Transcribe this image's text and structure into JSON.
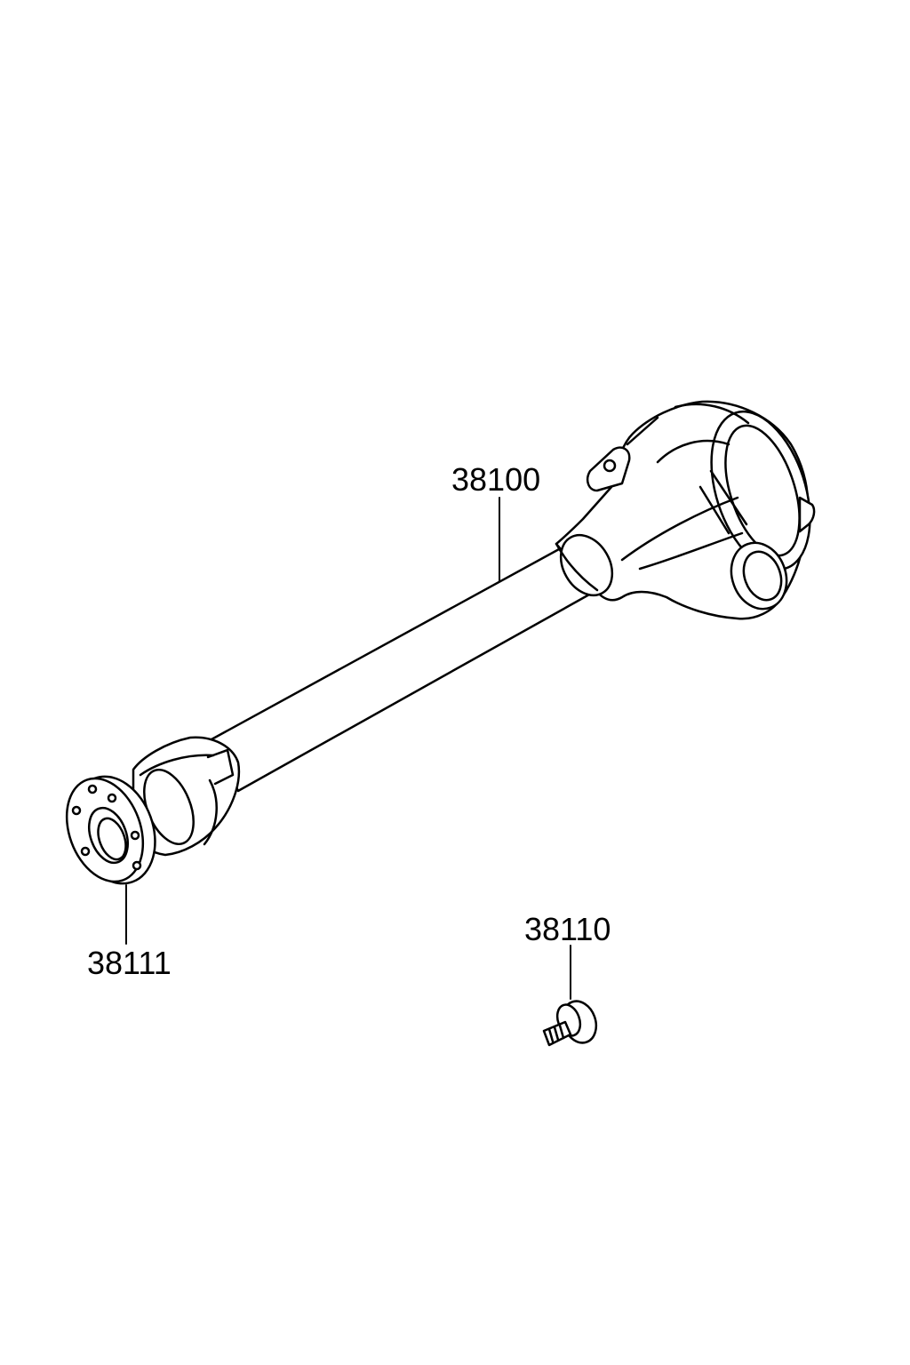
{
  "diagram": {
    "parts": [
      {
        "id": "p1",
        "number": "38100",
        "icon": "axle-housing-assembly"
      },
      {
        "id": "p2",
        "number": "38110",
        "icon": "bolt"
      },
      {
        "id": "p3",
        "number": "38111",
        "icon": "flange"
      }
    ],
    "colors": {
      "line": "#000000",
      "background": "#ffffff"
    }
  }
}
